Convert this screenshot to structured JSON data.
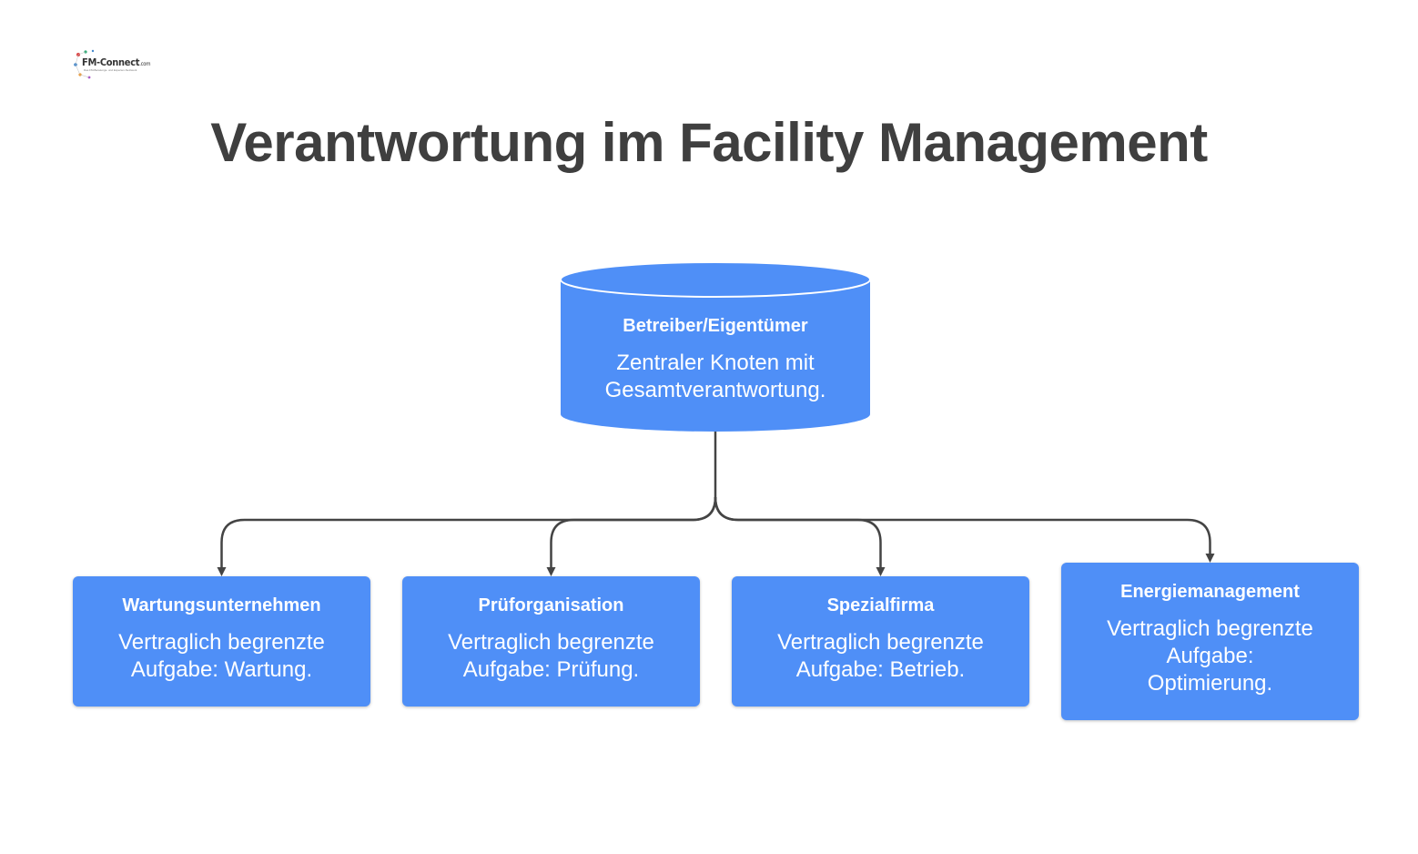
{
  "logo": {
    "brand": "FM-Connect",
    "suffix": ".com",
    "tagline": "Das FM-Beratungs- und Experten-Netzwerk"
  },
  "title": "Verantwortung im Facility Management",
  "root": {
    "title": "Betreiber/Eigentümer",
    "description_lines": [
      "Zentraler Knoten mit",
      "Gesamtverantwortung."
    ]
  },
  "children": [
    {
      "title": "Wartungsunternehmen",
      "description_lines": [
        "Vertraglich begrenzte",
        "Aufgabe: Wartung."
      ]
    },
    {
      "title": "Prüforganisation",
      "description_lines": [
        "Vertraglich begrenzte",
        "Aufgabe: Prüfung."
      ]
    },
    {
      "title": "Spezialfirma",
      "description_lines": [
        "Vertraglich begrenzte",
        "Aufgabe: Betrieb."
      ]
    },
    {
      "title": "Energiemanagement",
      "description_lines": [
        "Vertraglich begrenzte",
        "Aufgabe:",
        "Optimierung."
      ]
    }
  ],
  "colors": {
    "node_fill": "#4f8ff7",
    "connector": "#444444",
    "title_text": "#3f3f3f"
  }
}
